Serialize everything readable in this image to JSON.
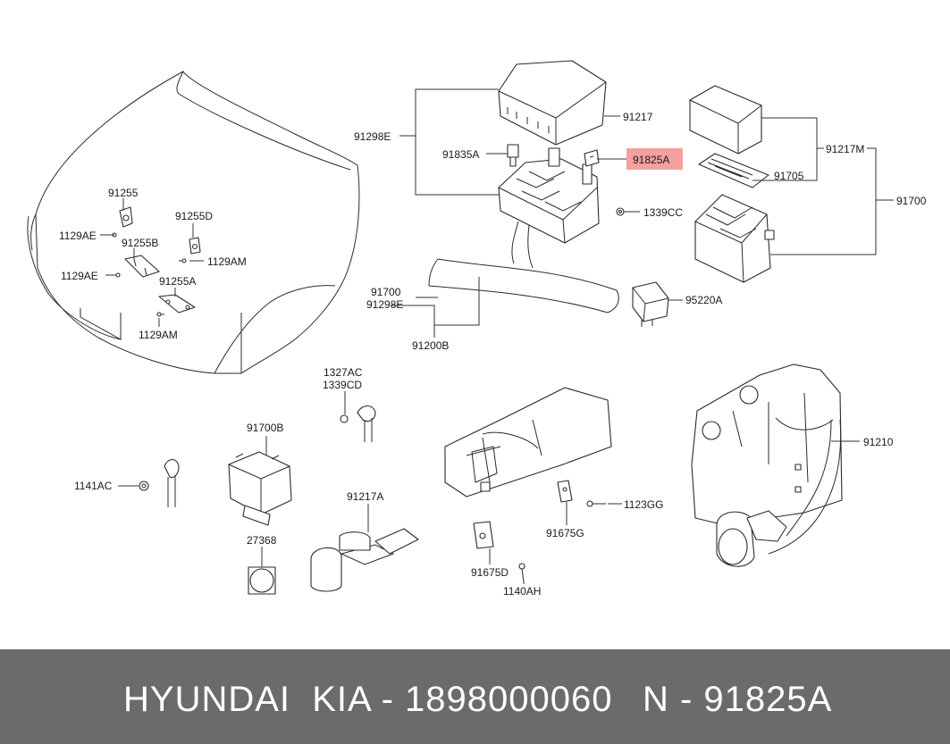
{
  "highlight_color": "#f4a0a0",
  "footer_color": "#6b6b6b",
  "labels": {
    "l91217": "91217",
    "l91298E": "91298E",
    "l91835A": "91835A",
    "l91825A": "91825A",
    "l1339CC": "1339CC",
    "l91217M": "91217M",
    "l91705": "91705",
    "l91700r": "91700",
    "l95220A": "95220A",
    "l91700m": "91700",
    "l91298Em": "91298E",
    "l91200B": "91200B",
    "l91255": "91255",
    "l1129AE1": "1129AE",
    "l91255D": "91255D",
    "l91255B": "91255B",
    "l1129AM1": "1129AM",
    "l1129AE2": "1129AE",
    "l91255A": "91255A",
    "l1129AM2": "1129AM",
    "l1327AC": "1327AC",
    "l1339CD": "1339CD",
    "l91700B": "91700B",
    "l1141AC": "1141AC",
    "l27368": "27368",
    "l91217A": "91217A",
    "l1123GG": "1123GG",
    "l91675G": "91675G",
    "l91675D": "91675D",
    "l1140AH": "1140AH",
    "l91210": "91210"
  },
  "footer": {
    "left": "HYUNDAI  KIA - 1898000060",
    "right": "N - 91825A"
  }
}
